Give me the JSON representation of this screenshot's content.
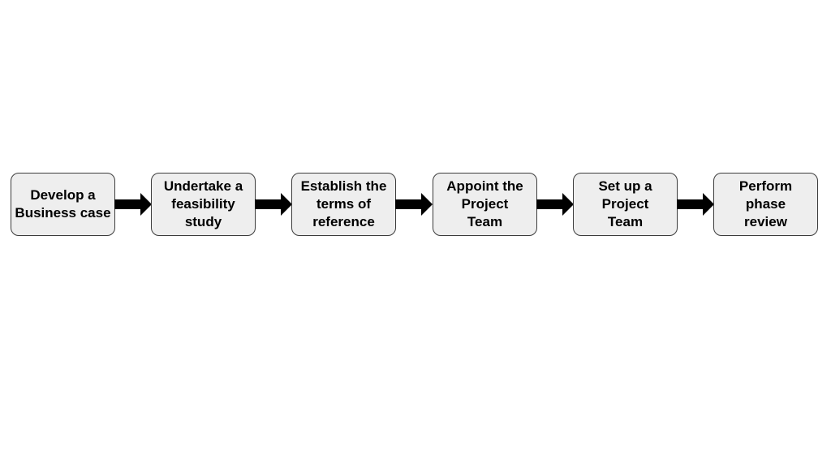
{
  "flow": {
    "steps": [
      {
        "label": "Develop a\nBusiness case"
      },
      {
        "label": "Undertake a\nfeasibility\nstudy"
      },
      {
        "label": "Establish the\nterms of\nreference"
      },
      {
        "label": "Appoint the\nProject\nTeam"
      },
      {
        "label": "Set up a\nProject\nTeam"
      },
      {
        "label": "Perform\nphase\nreview"
      }
    ],
    "colors": {
      "box_fill": "#eeeeee",
      "box_border": "#3c3c3c",
      "arrow": "#000000",
      "text": "#000000"
    }
  }
}
